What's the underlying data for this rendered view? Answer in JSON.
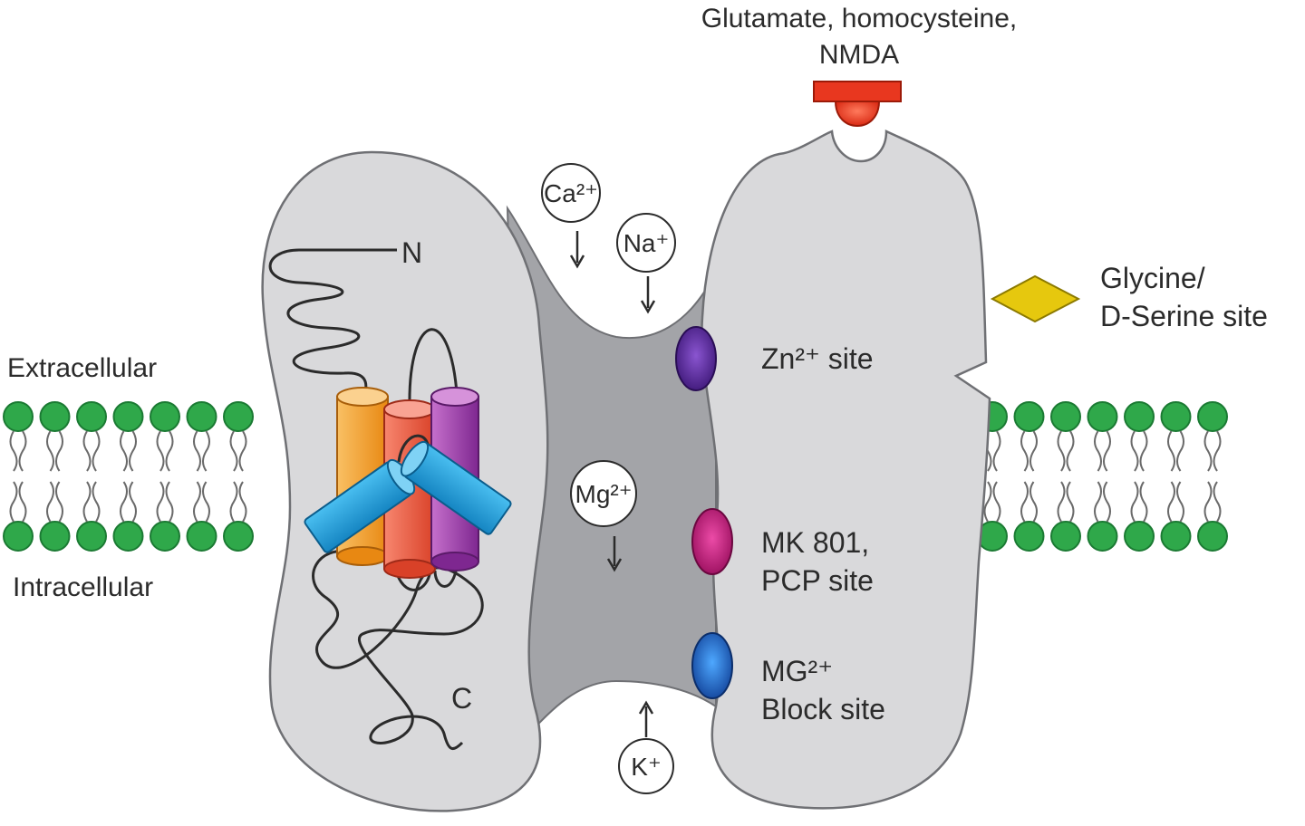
{
  "ligand_top": {
    "line1": "Glutamate, homocysteine,",
    "line2": "NMDA"
  },
  "glycine_site": {
    "line1": "Glycine/",
    "line2": "D-Serine site"
  },
  "membrane": {
    "extracellular_label": "Extracellular",
    "intracellular_label": "Intracellular"
  },
  "termini": {
    "n": "N",
    "c": "C"
  },
  "ions": {
    "ca": "Ca²⁺",
    "na": "Na⁺",
    "mg": "Mg²⁺",
    "k": "K⁺"
  },
  "sites": {
    "zn": "Zn²⁺ site",
    "mk801_line1": "MK 801,",
    "mk801_line2": "PCP site",
    "mgblock_line1": "MG²⁺",
    "mgblock_line2": "Block site"
  },
  "colors": {
    "receptor_body": "#d9d9db",
    "pore_channel": "#a3a4a8",
    "lipid_head": "#2fa84a",
    "glutamate_ligand": "#e8371f",
    "glycine_ligand": "#e6c80e",
    "zn_site": "#5b2a9c",
    "mk801_site": "#c2207e",
    "mg_block_site": "#1f63c9",
    "helix_orange": "#f6a233",
    "helix_red": "#ec5f4c",
    "helix_purple": "#a13dab",
    "helix_blue": "#2aa8e0"
  }
}
